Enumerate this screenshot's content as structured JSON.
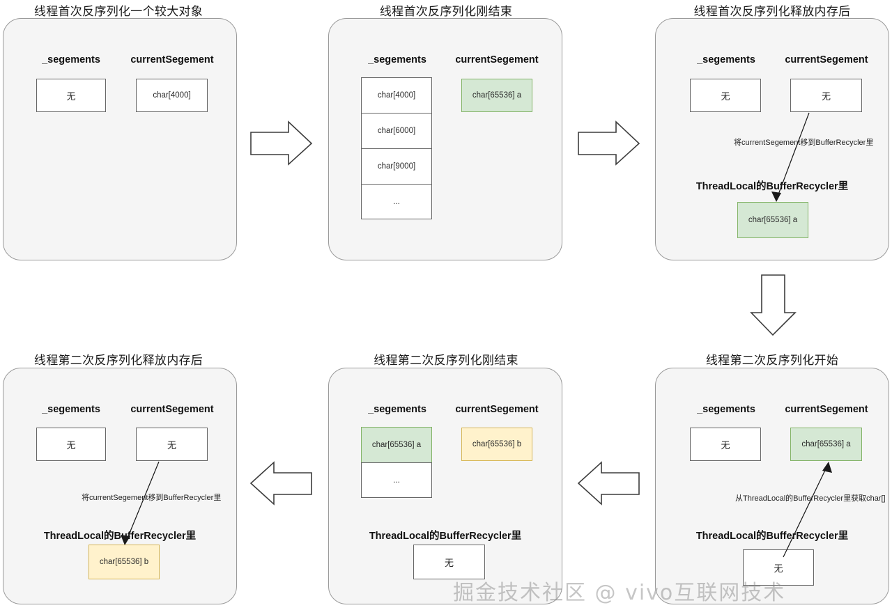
{
  "diagram": {
    "watermark": "掘金技术社区 @ vivo互联网技术",
    "colors": {
      "panel_bg": "#f5f5f5",
      "panel_border": "#9a9a9a",
      "cell_border": "#666666",
      "green_fill": "#d5e8d4",
      "green_border": "#82b366",
      "yellow_fill": "#fff2cc",
      "yellow_border": "#d6b656",
      "arrow_stroke": "#3d3d3d"
    },
    "labels": {
      "segments": "_segements",
      "current_segment": "currentSegement",
      "threadlocal_heading": "ThreadLocal的BufferRecycler里",
      "none": "无",
      "ellipsis": "..."
    },
    "panels": [
      {
        "id": "p1",
        "title": "线程首次反序列化一个较大对象",
        "segments_label": "_segements",
        "current_label": "currentSegement",
        "segments_cells": [
          {
            "text": "无",
            "fill": "white"
          }
        ],
        "current_cells": [
          {
            "text": "char[4000]",
            "fill": "white"
          }
        ],
        "threadlocal": null,
        "annotation": null
      },
      {
        "id": "p2",
        "title": "线程首次反序列化刚结束",
        "segments_label": "_segements",
        "current_label": "currentSegement",
        "segments_cells": [
          {
            "text": "char[4000]",
            "fill": "white"
          },
          {
            "text": "char[6000]",
            "fill": "white"
          },
          {
            "text": "char[9000]",
            "fill": "white"
          },
          {
            "text": "...",
            "fill": "white"
          }
        ],
        "current_cells": [
          {
            "text": "char[65536] a",
            "fill": "green"
          }
        ],
        "threadlocal": null,
        "annotation": null
      },
      {
        "id": "p3",
        "title": "线程首次反序列化释放内存后",
        "segments_label": "_segements",
        "current_label": "currentSegement",
        "segments_cells": [
          {
            "text": "无",
            "fill": "white"
          }
        ],
        "current_cells": [
          {
            "text": "无",
            "fill": "white"
          }
        ],
        "threadlocal": {
          "heading": "ThreadLocal的BufferRecycler里",
          "cells": [
            {
              "text": "char[65536] a",
              "fill": "green"
            }
          ]
        },
        "annotation": "将currentSegement移到BufferRecycler里"
      },
      {
        "id": "p4",
        "title": "线程第二次反序列化开始",
        "segments_label": "_segements",
        "current_label": "currentSegement",
        "segments_cells": [
          {
            "text": "无",
            "fill": "white"
          }
        ],
        "current_cells": [
          {
            "text": "char[65536] a",
            "fill": "green"
          }
        ],
        "threadlocal": {
          "heading": "ThreadLocal的BufferRecycler里",
          "cells": [
            {
              "text": "无",
              "fill": "white"
            }
          ]
        },
        "annotation": "从ThreadLocal的BufferRecycler里获取char[]"
      },
      {
        "id": "p5",
        "title": "线程第二次反序列化刚结束",
        "segments_label": "_segements",
        "current_label": "currentSegement",
        "segments_cells": [
          {
            "text": "char[65536] a",
            "fill": "green"
          },
          {
            "text": "...",
            "fill": "white"
          }
        ],
        "current_cells": [
          {
            "text": "char[65536] b",
            "fill": "yellow"
          }
        ],
        "threadlocal": {
          "heading": "ThreadLocal的BufferRecycler里",
          "cells": [
            {
              "text": "无",
              "fill": "white"
            }
          ]
        },
        "annotation": null
      },
      {
        "id": "p6",
        "title": "线程第二次反序列化释放内存后",
        "segments_label": "_segements",
        "current_label": "currentSegement",
        "segments_cells": [
          {
            "text": "无",
            "fill": "white"
          }
        ],
        "current_cells": [
          {
            "text": "无",
            "fill": "white"
          }
        ],
        "threadlocal": {
          "heading": "ThreadLocal的BufferRecycler里",
          "cells": [
            {
              "text": "char[65536] b",
              "fill": "yellow"
            }
          ]
        },
        "annotation": "将currentSegement移到BufferRecycler里"
      }
    ],
    "flow_arrows": [
      {
        "name": "flow-arrow-p1-to-p2",
        "direction": "right"
      },
      {
        "name": "flow-arrow-p2-to-p3",
        "direction": "right"
      },
      {
        "name": "flow-arrow-p3-to-p4",
        "direction": "down"
      },
      {
        "name": "flow-arrow-p4-to-p5",
        "direction": "left"
      },
      {
        "name": "flow-arrow-p5-to-p6",
        "direction": "left"
      }
    ]
  }
}
